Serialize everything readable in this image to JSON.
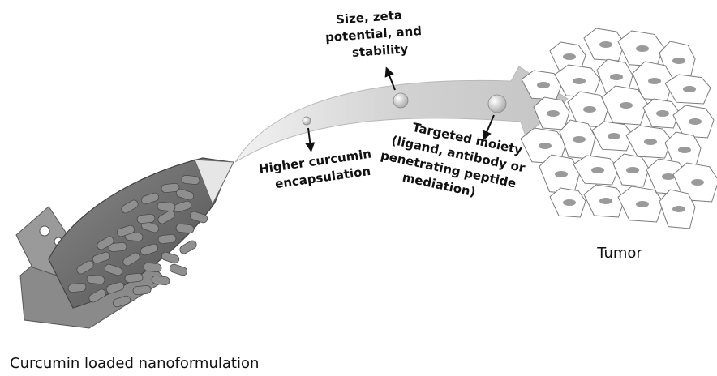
{
  "labels": {
    "size_zeta": [
      "Size, zeta",
      "potential, and",
      "stability"
    ],
    "encapsulation": [
      "Higher curcumin",
      "encapsulation"
    ],
    "targeted": [
      "Targeted moiety",
      "(ligand, antibody or",
      "penetrating peptide",
      "mediation)"
    ],
    "tumor": "Tumor",
    "nanoformulation": "Curcumin loaded nanoformulation"
  },
  "colors": {
    "arrow_body": "#c9c9c9",
    "arrow_edge": "#b0b0b0",
    "capsule_fill": "#8f8f8f",
    "capsule_highlight": "#c8c8c8",
    "cone_fill": "#6e6e6e",
    "cell_stroke": "#7a7a7a",
    "nucleus_fill": "#9a9a9a",
    "text": "#111111"
  }
}
